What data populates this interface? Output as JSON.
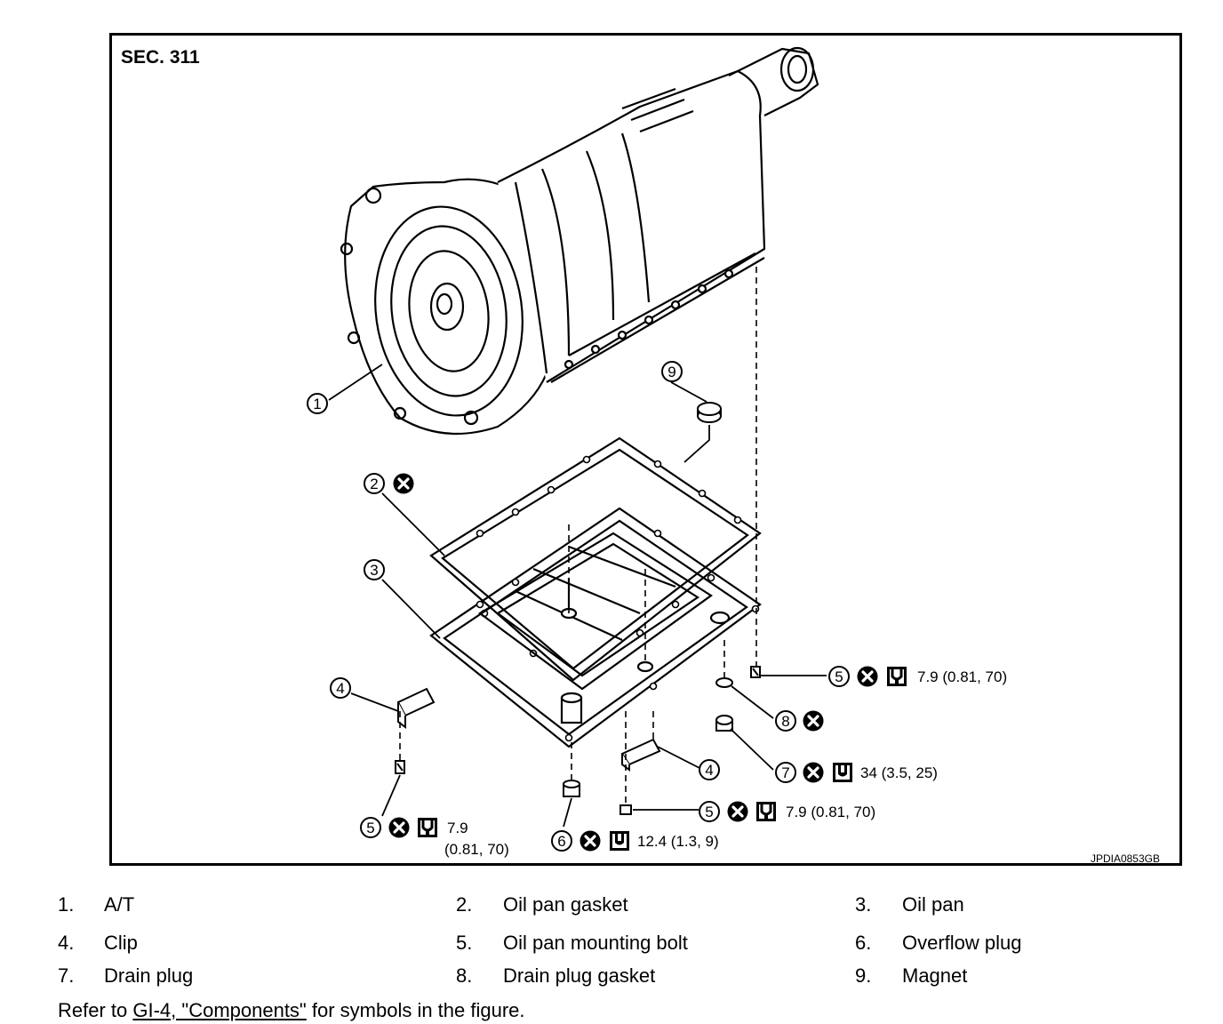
{
  "figure": {
    "section": "SEC. 311",
    "image_code": "JPDIA0853GB",
    "callouts": {
      "c1": "1",
      "c2": "2",
      "c3": "3",
      "c4a": "4",
      "c4b": "4",
      "c5a": "5",
      "c5b": "5",
      "c5c": "5",
      "c6": "6",
      "c7": "7",
      "c8": "8",
      "c9": "9"
    },
    "torque": {
      "t5_right_top": "7.9 (0.81, 70)",
      "t5_right_bottom": "7.9 (0.81, 70)",
      "t5_left_line1": "7.9",
      "t5_left_line2": "(0.81, 70)",
      "t6": "12.4 (1.3, 9)",
      "t7": "34 (3.5, 25)"
    }
  },
  "legend": [
    {
      "num": "1.",
      "name": "A/T"
    },
    {
      "num": "2.",
      "name": "Oil pan gasket"
    },
    {
      "num": "3.",
      "name": "Oil pan"
    },
    {
      "num": "4.",
      "name": "Clip"
    },
    {
      "num": "5.",
      "name": "Oil pan mounting bolt"
    },
    {
      "num": "6.",
      "name": "Overflow plug"
    },
    {
      "num": "7.",
      "name": "Drain plug"
    },
    {
      "num": "8.",
      "name": "Drain plug gasket"
    },
    {
      "num": "9.",
      "name": "Magnet"
    }
  ],
  "refer": {
    "prefix": "Refer to ",
    "link": "GI-4, \"Components\"",
    "suffix": " for symbols in the figure."
  }
}
